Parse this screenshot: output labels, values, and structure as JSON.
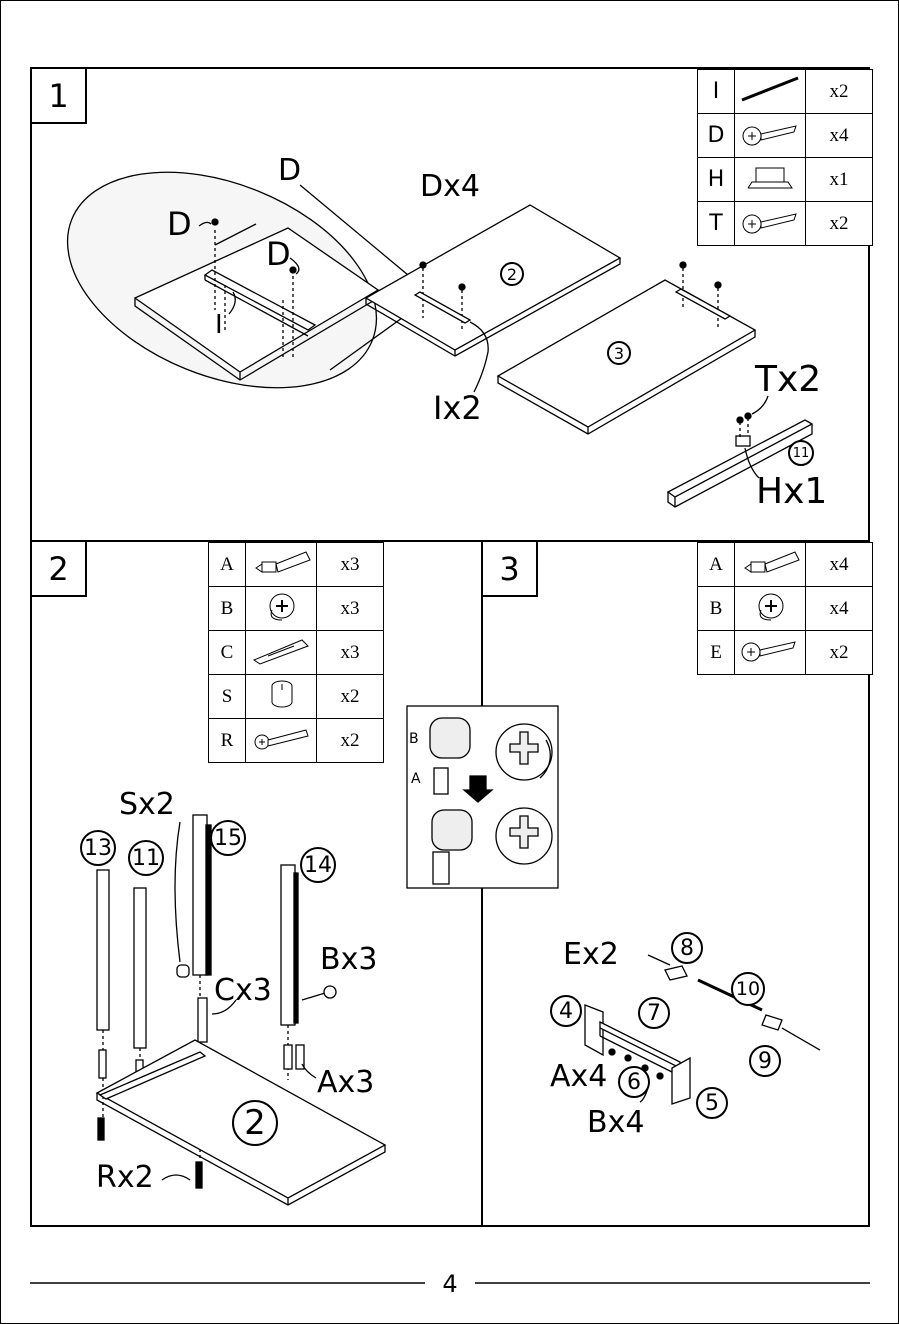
{
  "step1": {
    "step_number": "1",
    "parts_table": [
      {
        "code": "I",
        "icon": "rod-icon",
        "qty": "x2"
      },
      {
        "code": "D",
        "icon": "screw-icon",
        "qty": "x4"
      },
      {
        "code": "H",
        "icon": "bracket-icon",
        "qty": "x1"
      },
      {
        "code": "T",
        "icon": "screw-icon",
        "qty": "x2"
      }
    ],
    "labels": {
      "d_top": "D",
      "d_left": "D",
      "d_right": "D",
      "i_label": "I",
      "dx4": "Dx4",
      "ix2": "Ix2",
      "tx2": "Tx2",
      "hx1": "Hx1",
      "panel_2": "2",
      "panel_3": "3",
      "part_11": "11"
    }
  },
  "step2": {
    "step_number": "2",
    "parts_table": [
      {
        "code": "A",
        "icon": "cam-bolt-icon",
        "qty": "x3"
      },
      {
        "code": "B",
        "icon": "cam-lock-icon",
        "qty": "x3"
      },
      {
        "code": "C",
        "icon": "dowel-icon",
        "qty": "x3"
      },
      {
        "code": "S",
        "icon": "barrel-nut-icon",
        "qty": "x2"
      },
      {
        "code": "R",
        "icon": "bolt-icon",
        "qty": "x2"
      }
    ],
    "labels": {
      "sx2": "Sx2",
      "cx3": "Cx3",
      "bx3": "Bx3",
      "ax3": "Ax3",
      "rx2": "Rx2",
      "part_13": "13",
      "part_11": "11",
      "part_15": "15",
      "part_14": "14",
      "panel_2": "2"
    },
    "cam_detail": {
      "label_b": "B",
      "label_a": "A"
    }
  },
  "step3": {
    "step_number": "3",
    "parts_table": [
      {
        "code": "A",
        "icon": "cam-bolt-icon",
        "qty": "x4"
      },
      {
        "code": "B",
        "icon": "cam-lock-icon",
        "qty": "x4"
      },
      {
        "code": "E",
        "icon": "screw-icon",
        "qty": "x2"
      }
    ],
    "labels": {
      "ex2": "Ex2",
      "ax4": "Ax4",
      "bx4": "Bx4",
      "part_8": "8",
      "part_10": "10",
      "part_4": "4",
      "part_7": "7",
      "part_6": "6",
      "part_5": "5",
      "part_9": "9"
    }
  },
  "page_number": "4"
}
